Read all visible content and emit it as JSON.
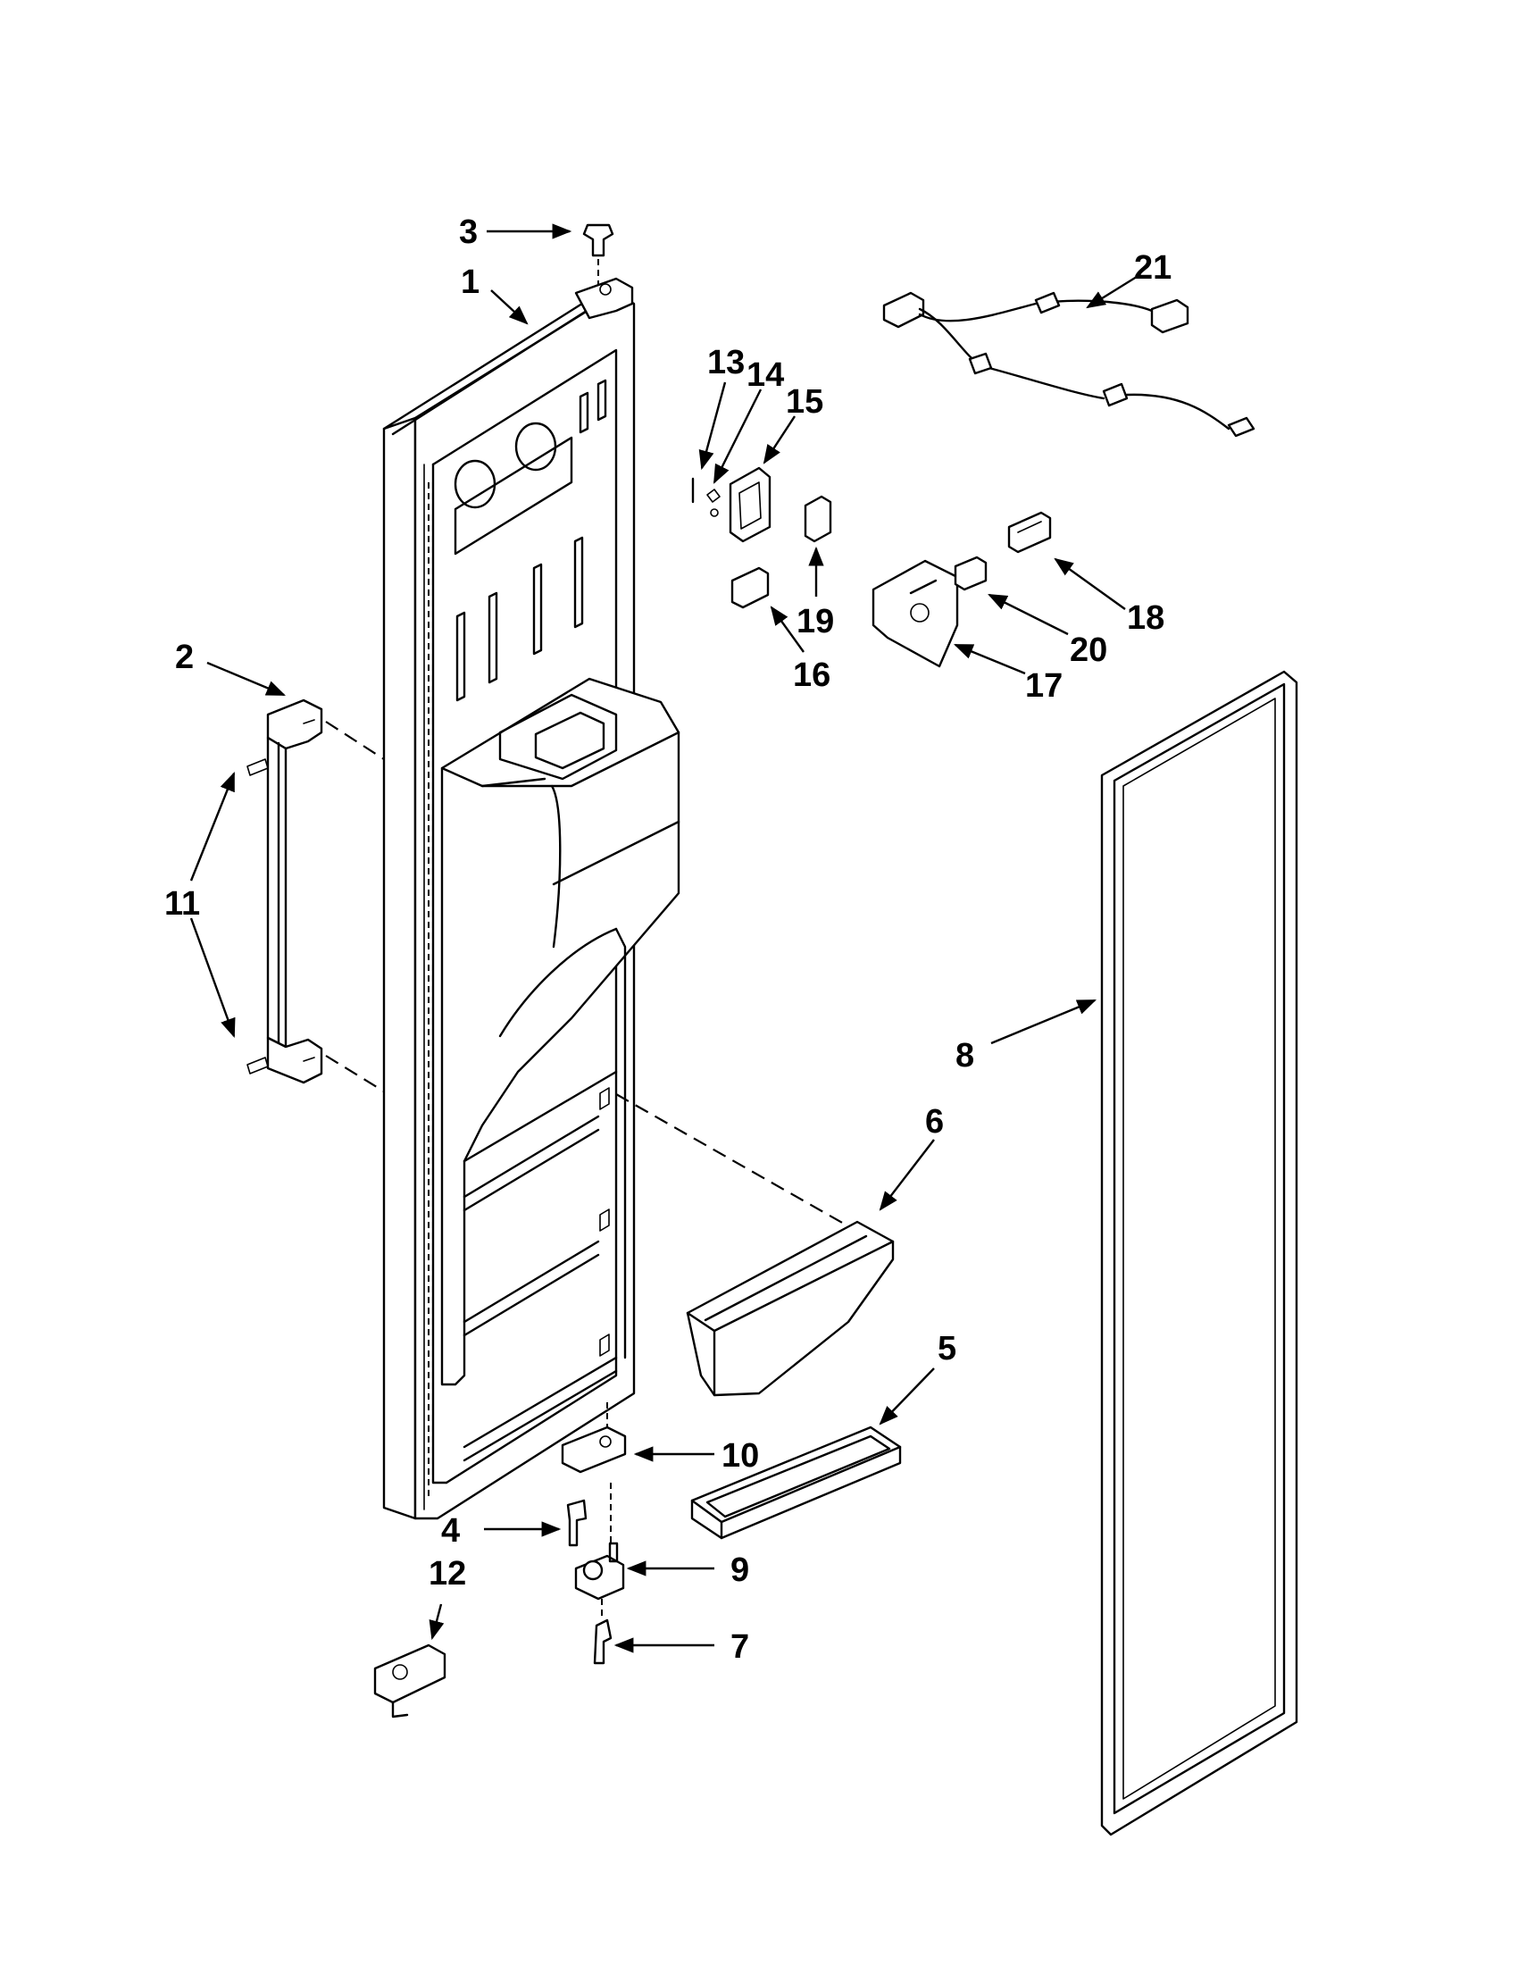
{
  "diagram": {
    "labels": [
      {
        "id": "1",
        "text": "1"
      },
      {
        "id": "2",
        "text": "2"
      },
      {
        "id": "3",
        "text": "3"
      },
      {
        "id": "4",
        "text": "4"
      },
      {
        "id": "5",
        "text": "5"
      },
      {
        "id": "6",
        "text": "6"
      },
      {
        "id": "7",
        "text": "7"
      },
      {
        "id": "8",
        "text": "8"
      },
      {
        "id": "9",
        "text": "9"
      },
      {
        "id": "10",
        "text": "10"
      },
      {
        "id": "11",
        "text": "11"
      },
      {
        "id": "12",
        "text": "12"
      },
      {
        "id": "13",
        "text": "13"
      },
      {
        "id": "14",
        "text": "14"
      },
      {
        "id": "15",
        "text": "15"
      },
      {
        "id": "16",
        "text": "16"
      },
      {
        "id": "17",
        "text": "17"
      },
      {
        "id": "18",
        "text": "18"
      },
      {
        "id": "19",
        "text": "19"
      },
      {
        "id": "20",
        "text": "20"
      },
      {
        "id": "21",
        "text": "21"
      }
    ]
  }
}
